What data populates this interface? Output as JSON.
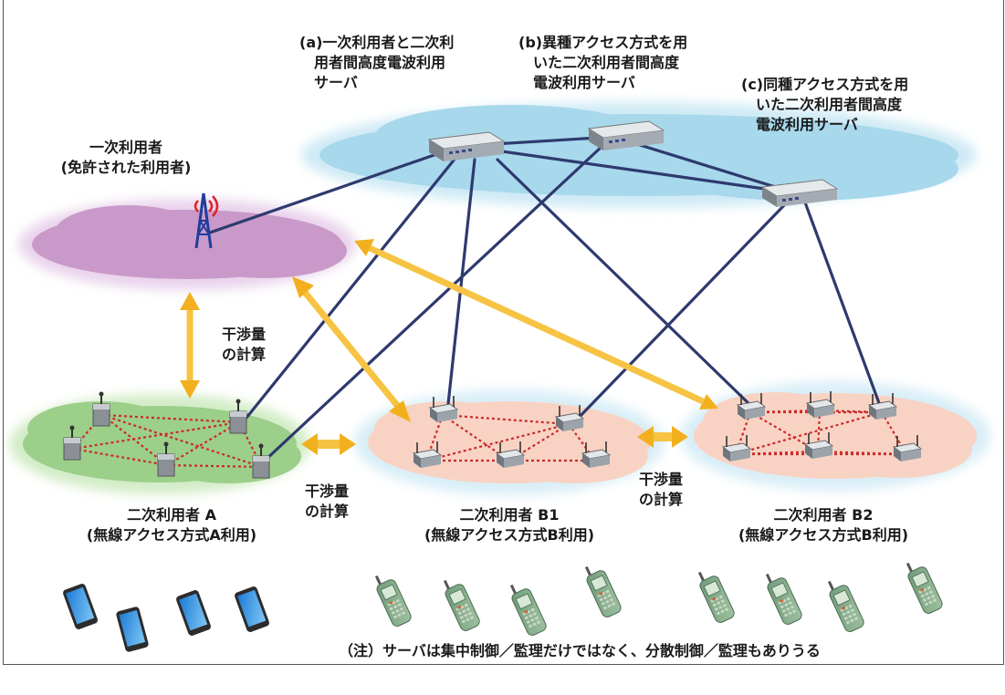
{
  "servers": {
    "a": {
      "label": "(a)一次利用者と二次利\n　用者間高度電波利用\n　サーバ"
    },
    "b": {
      "label": "(b)異種アクセス方式を用\n　いた二次利用者間高度\n　電波利用サーバ"
    },
    "c": {
      "label": "(c)同種アクセス方式を用\n　いた二次利用者間高度\n　電波利用サーバ"
    }
  },
  "primary_user": {
    "label": "一次利用者\n(免許された利用者)"
  },
  "secondary_users": {
    "a": {
      "label": "二次利用者 A\n(無線アクセス方式A利用)"
    },
    "b1": {
      "label": "二次利用者 B1\n(無線アクセス方式B利用)"
    },
    "b2": {
      "label": "二次利用者 B2\n(無線アクセス方式B利用)"
    }
  },
  "interference": {
    "vertical": "干渉量\nの計算",
    "a_b1": "干渉量\nの計算",
    "b1_b2": "干渉量\nの計算"
  },
  "note": "（注）サーバは集中制御／監理だけではなく、分散制御／監理もありうる",
  "colors": {
    "server_cloud": "#a8d8ec",
    "primary_cloud": "#c99ac9",
    "group_a_cloud": "#9ccf8a",
    "group_b_cloud": "#f8d3c4",
    "link": "#2e3a6e",
    "interference_arrow": "#f2b01e",
    "mesh": "#cc2a2a"
  }
}
